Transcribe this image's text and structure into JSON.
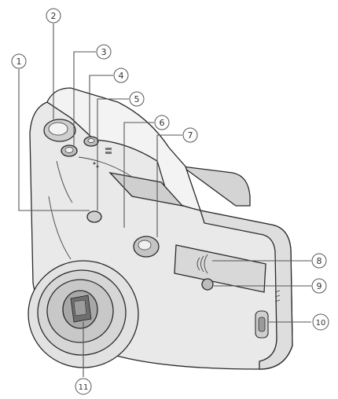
{
  "colors": {
    "background": "#ffffff",
    "body_fill": "#e9e9e9",
    "shade_fill": "#c9c9c9",
    "outline": "#2a2a2a"
  },
  "callouts": [
    {
      "label": "1",
      "part": "part-1"
    },
    {
      "label": "2",
      "part": "part-2"
    },
    {
      "label": "3",
      "part": "part-3"
    },
    {
      "label": "4",
      "part": "part-4"
    },
    {
      "label": "5",
      "part": "part-5"
    },
    {
      "label": "6",
      "part": "part-6"
    },
    {
      "label": "7",
      "part": "part-7"
    },
    {
      "label": "8",
      "part": "part-8"
    },
    {
      "label": "9",
      "part": "part-9"
    },
    {
      "label": "10",
      "part": "part-10"
    },
    {
      "label": "11",
      "part": "part-11"
    }
  ]
}
